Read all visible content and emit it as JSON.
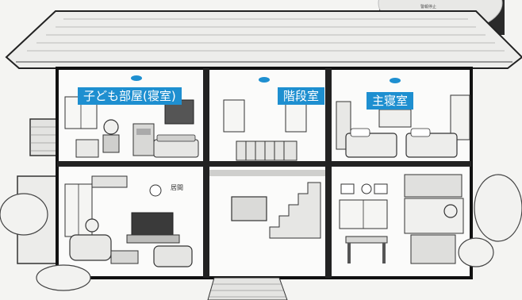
{
  "labels": {
    "kids_room": "子ども部屋(寝室)",
    "stairwell": "階段室",
    "master_bedroom": "主寝室"
  },
  "device": {
    "button_text": "警報停止"
  },
  "living_room": {
    "sign_text": "居間"
  },
  "colors": {
    "label_background": "#1e8fd0",
    "detector_dot": "#1e8fd0",
    "label_text": "#ffffff"
  }
}
